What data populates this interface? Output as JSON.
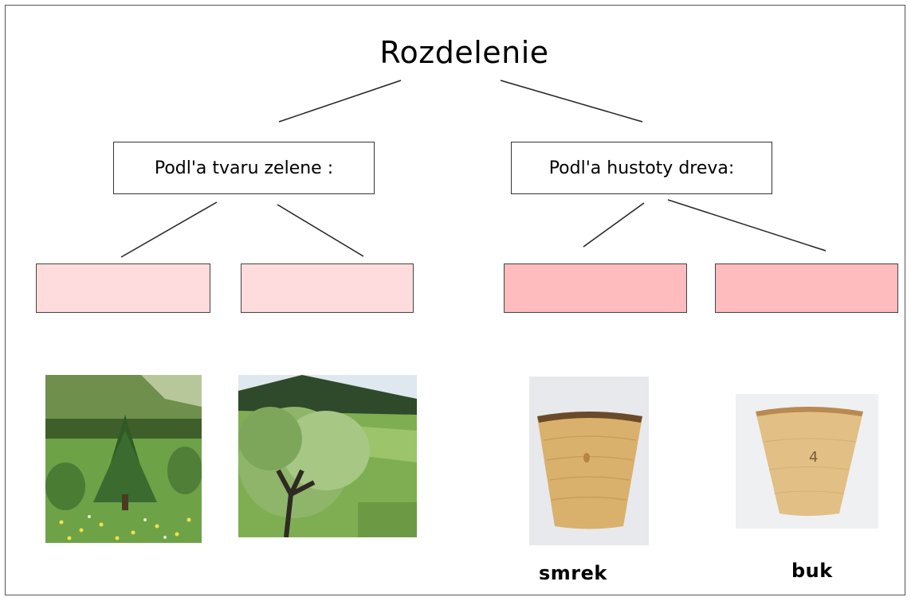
{
  "title": "Rozdelenie",
  "categories": [
    {
      "label": "Podl'a tvaru zelene :"
    },
    {
      "label": "Podl'a hustoty dreva:"
    }
  ],
  "answer_boxes": [
    {
      "value": "",
      "color": "#fedcdd"
    },
    {
      "value": "",
      "color": "#fedcdd"
    },
    {
      "value": "",
      "color": "#febcbe"
    },
    {
      "value": "",
      "color": "#febcbe"
    }
  ],
  "photos": [
    {
      "subject": "young-pine-in-meadow"
    },
    {
      "subject": "deciduous-tree-on-hillside"
    },
    {
      "subject": "spruce-wood-sample"
    },
    {
      "subject": "beech-wood-sample"
    }
  ],
  "captions": {
    "smrek": "smrek",
    "buk": "buk"
  }
}
